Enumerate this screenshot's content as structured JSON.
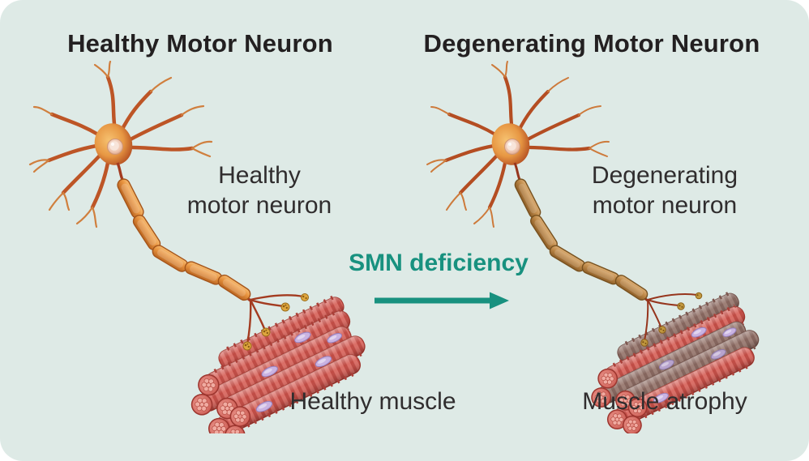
{
  "figure": {
    "type": "medical-diagram",
    "subject": "Effect of SMN deficiency on motor neurons and muscle"
  },
  "panels": {
    "left": {
      "title": "Healthy Motor Neuron",
      "neuron_label": "Healthy\nmotor neuron",
      "muscle_label": "Healthy muscle",
      "illustration": "healthy-motor-neuron-with-healthy-muscle"
    },
    "right": {
      "title": "Degenerating Motor Neuron",
      "neuron_label": "Degenerating\nmotor neuron",
      "muscle_label": "Muscle atrophy",
      "illustration": "degenerating-motor-neuron-with-atrophied-muscle"
    }
  },
  "center": {
    "label": "SMN deficiency",
    "arrow_icon": "right-arrow-icon",
    "arrow_direction": "left-to-right"
  },
  "colors": {
    "background": "#deeae6",
    "page": "#ffffff",
    "title_text": "#232021",
    "label_text": "#302d2e",
    "accent_teal": "#18917f",
    "neuron_orange": "#e89440",
    "degenerated_myelin_brown": "#bf8a4a",
    "muscle_red": "#da6e66",
    "atrophy_gray_brown": "#9d7f76",
    "nucleus_purple": "#c9b3e2",
    "junction_gold": "#dfa63e"
  }
}
